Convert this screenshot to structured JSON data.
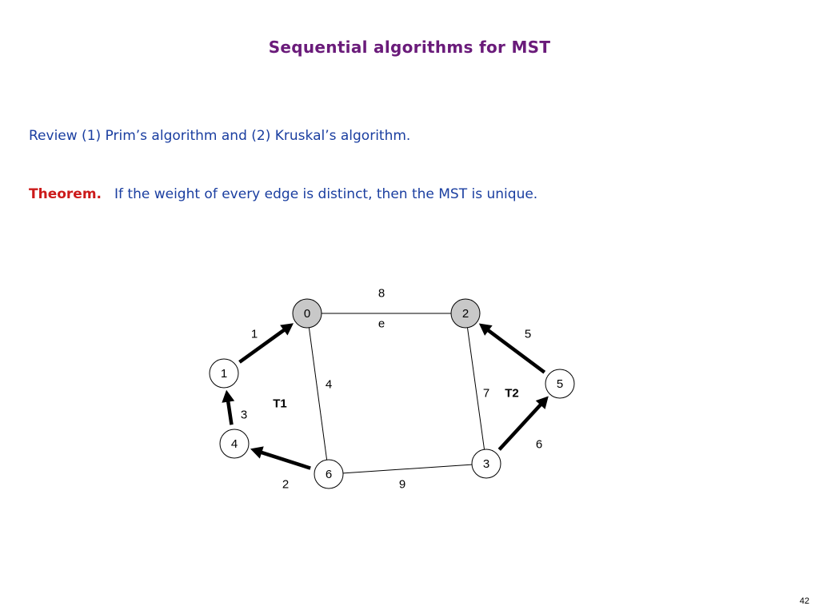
{
  "slide": {
    "title": "Sequential algorithms for MST",
    "review_text": "Review (1) Prim’s algorithm and (2) Kruskal’s algorithm.",
    "theorem_label": "Theorem.",
    "theorem_text": "If the weight of every edge is distinct, then the MST is unique.",
    "page_number": "42"
  },
  "colors": {
    "title": "#6a1b7a",
    "body_text": "#1a3ea0",
    "theorem_label": "#cc1a1a",
    "shaded_node": "#c8c8c8"
  },
  "graph": {
    "nodes": [
      {
        "id": "0",
        "label": "0",
        "shaded": true
      },
      {
        "id": "2",
        "label": "2",
        "shaded": true
      },
      {
        "id": "1",
        "label": "1",
        "shaded": false
      },
      {
        "id": "5",
        "label": "5",
        "shaded": false
      },
      {
        "id": "4",
        "label": "4",
        "shaded": false
      },
      {
        "id": "6",
        "label": "6",
        "shaded": false
      },
      {
        "id": "3",
        "label": "3",
        "shaded": false
      }
    ],
    "edges": [
      {
        "from": "0",
        "to": "2",
        "weight": "8",
        "in_tree": false,
        "extra_label": "e"
      },
      {
        "from": "0",
        "to": "6",
        "weight": "4",
        "in_tree": false
      },
      {
        "from": "2",
        "to": "3",
        "weight": "7",
        "in_tree": false
      },
      {
        "from": "6",
        "to": "3",
        "weight": "9",
        "in_tree": false
      },
      {
        "from": "1",
        "to": "0",
        "weight": "1",
        "in_tree": true
      },
      {
        "from": "4",
        "to": "1",
        "weight": "3",
        "in_tree": true
      },
      {
        "from": "6",
        "to": "4",
        "weight": "2",
        "in_tree": true
      },
      {
        "from": "5",
        "to": "2",
        "weight": "5",
        "in_tree": true
      },
      {
        "from": "3",
        "to": "5",
        "weight": "6",
        "in_tree": true
      }
    ],
    "tree_labels": [
      "T1",
      "T2"
    ]
  }
}
